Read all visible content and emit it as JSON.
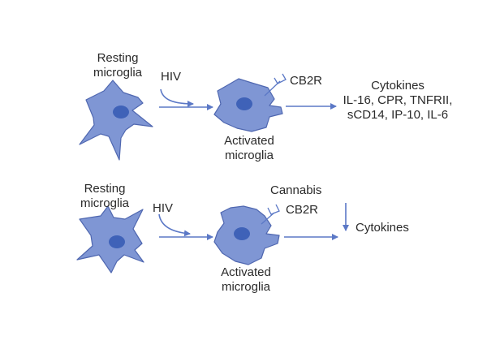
{
  "colors": {
    "cell_fill": "#7f96d4",
    "cell_stroke": "#4f67b0",
    "nucleus_fill": "#3f62b8",
    "arrow": "#5b78c6",
    "receptor": "#5b78c6"
  },
  "top_panel": {
    "resting_line1": "Resting",
    "resting_line2": "microglia",
    "hiv": "HIV",
    "receptor": "CB2R",
    "activated_line1": "Activated",
    "activated_line2": "microglia",
    "cytokines_line1": "Cytokines",
    "cytokines_line2": "IL-16, CPR, TNFRII,",
    "cytokines_line3": "sCD14, IP-10, IL-6"
  },
  "bottom_panel": {
    "resting_line1": "Resting",
    "resting_line2": "microglia",
    "hiv": "HIV",
    "cannabis": "Cannabis",
    "receptor": "CB2R",
    "activated_line1": "Activated",
    "activated_line2": "microglia",
    "cytokines": "Cytokines"
  }
}
